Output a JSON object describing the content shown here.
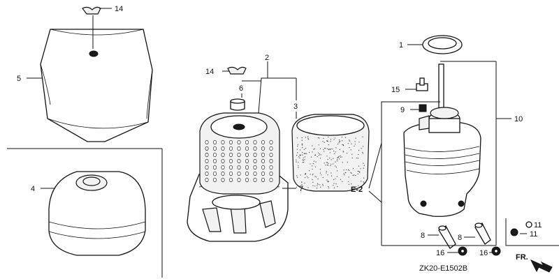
{
  "callouts": {
    "p1": "1",
    "p2": "2",
    "p3": "3",
    "p4": "4",
    "p5": "5",
    "p6": "6",
    "p7": "7",
    "p8a": "8",
    "p8b": "8",
    "p9": "9",
    "p10": "10",
    "p11a": "11",
    "p11b": "11",
    "p14a": "14",
    "p14b": "14",
    "p15": "15",
    "p16a": "16",
    "p16b": "16"
  },
  "reference": "E-2",
  "direction": "FR.",
  "diagram_code": "ZK20-E1502B"
}
